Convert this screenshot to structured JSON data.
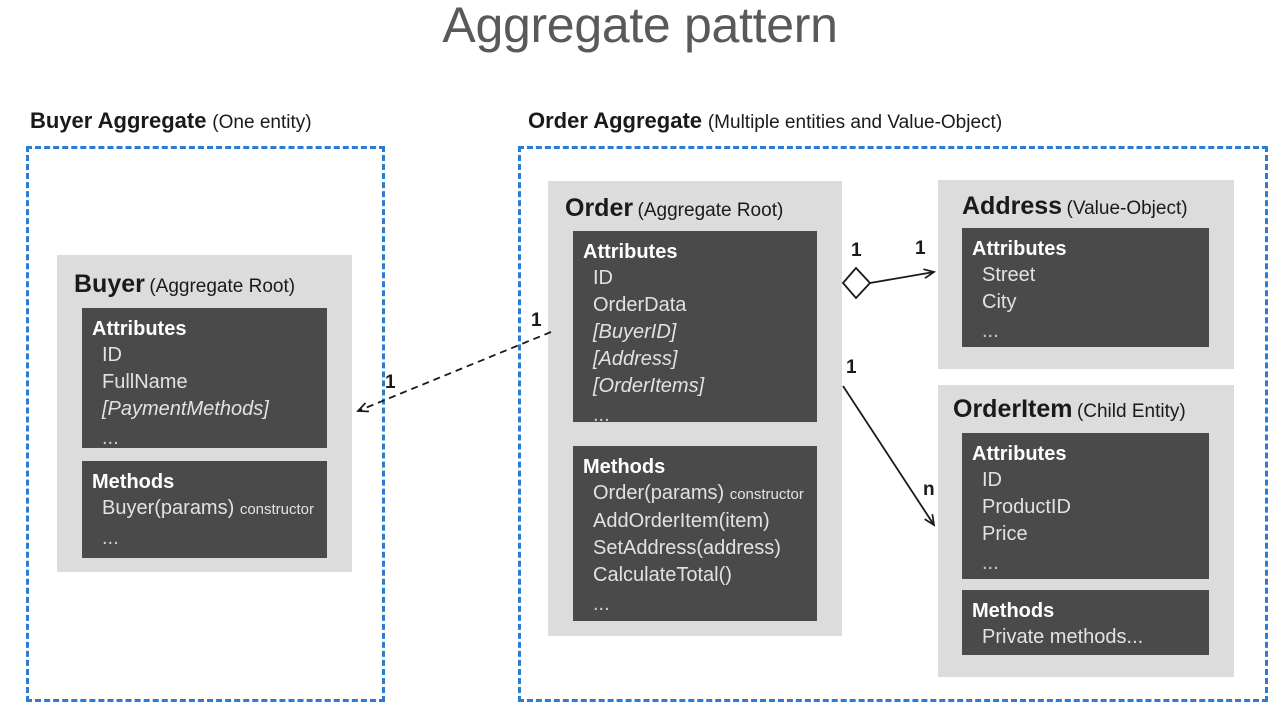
{
  "title": "Aggregate pattern",
  "colors": {
    "accent_dashed_border": "#2b7cd3",
    "card_background": "#dcdcdc",
    "panel_background": "#4a4a4a",
    "title_text": "#595959",
    "body_text": "#1a1a1a"
  },
  "aggregates": [
    {
      "name": "Buyer Aggregate",
      "subtitle": "(One entity)"
    },
    {
      "name": "Order Aggregate",
      "subtitle": "(Multiple entities and Value-Object)"
    }
  ],
  "cards": {
    "buyer": {
      "name": "Buyer",
      "subtitle": "(Aggregate Root)",
      "attributes": {
        "heading": "Attributes",
        "rows": [
          "ID",
          "FullName",
          "[PaymentMethods]",
          "..."
        ]
      },
      "methods": {
        "heading": "Methods",
        "row_main": "Buyer(params)",
        "row_note": "constructor",
        "row_ellipsis": "..."
      }
    },
    "order": {
      "name": "Order",
      "subtitle": "(Aggregate Root)",
      "attributes": {
        "heading": "Attributes",
        "rows": [
          "ID",
          "OrderData",
          "[BuyerID]",
          "[Address]",
          "[OrderItems]",
          "..."
        ]
      },
      "methods": {
        "heading": "Methods",
        "row_main": "Order(params)",
        "row_note": "constructor",
        "rows": [
          "AddOrderItem(item)",
          "SetAddress(address)",
          "CalculateTotal()"
        ],
        "row_ellipsis": "..."
      }
    },
    "address": {
      "name": "Address",
      "subtitle": "(Value-Object)",
      "attributes": {
        "heading": "Attributes",
        "rows": [
          "Street",
          "City",
          "..."
        ]
      }
    },
    "orderitem": {
      "name": "OrderItem",
      "subtitle": "(Child Entity)",
      "attributes": {
        "heading": "Attributes",
        "rows": [
          "ID",
          "ProductID",
          "Price",
          "..."
        ]
      },
      "methods": {
        "heading": "Methods",
        "row_main": "Private methods..."
      }
    }
  },
  "connectors": {
    "buyer_order": {
      "source_multiplicity": "1",
      "target_multiplicity": "1"
    },
    "order_address": {
      "source_multiplicity": "1",
      "target_multiplicity": "1"
    },
    "order_orderitem": {
      "source_multiplicity": "1",
      "target_multiplicity": "n"
    }
  }
}
